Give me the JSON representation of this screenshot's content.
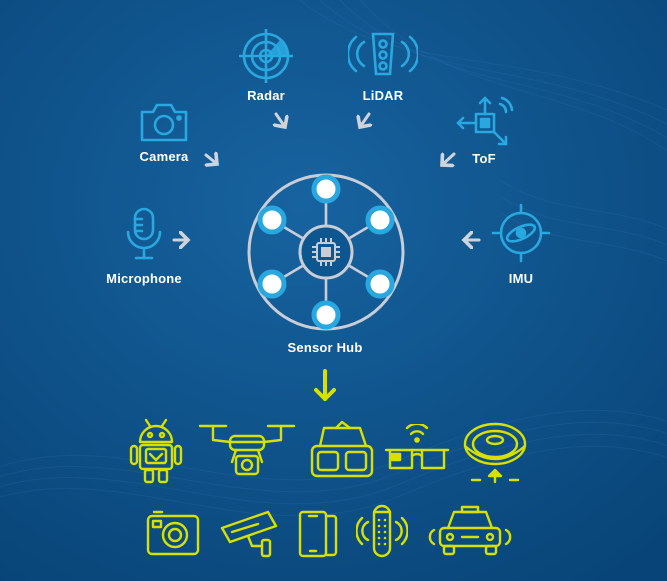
{
  "colors": {
    "background": "#0b4f86",
    "sensor_blue": "#29a8e0",
    "hub_gray": "#c9ced6",
    "arrow_gray": "#cfd3da",
    "device_yellow": "#d7e000",
    "label_white": "#ffffff"
  },
  "sensors": {
    "radar": {
      "label": "Radar",
      "icon": "radar-icon"
    },
    "lidar": {
      "label": "LiDAR",
      "icon": "lidar-icon"
    },
    "camera": {
      "label": "Camera",
      "icon": "camera-icon"
    },
    "tof": {
      "label": "ToF",
      "icon": "tof-icon"
    },
    "microphone": {
      "label": "Microphone",
      "icon": "microphone-icon"
    },
    "imu": {
      "label": "IMU",
      "icon": "imu-icon"
    }
  },
  "hub": {
    "label": "Sensor Hub",
    "icon": "sensor-hub-icon"
  },
  "devices": [
    {
      "icon": "robot-icon"
    },
    {
      "icon": "drone-icon"
    },
    {
      "icon": "vr-headset-icon"
    },
    {
      "icon": "smart-glasses-icon"
    },
    {
      "icon": "robot-vacuum-icon"
    },
    {
      "icon": "action-camera-icon"
    },
    {
      "icon": "security-camera-icon"
    },
    {
      "icon": "smartphone-icon"
    },
    {
      "icon": "smart-speaker-icon"
    },
    {
      "icon": "car-icon"
    }
  ]
}
